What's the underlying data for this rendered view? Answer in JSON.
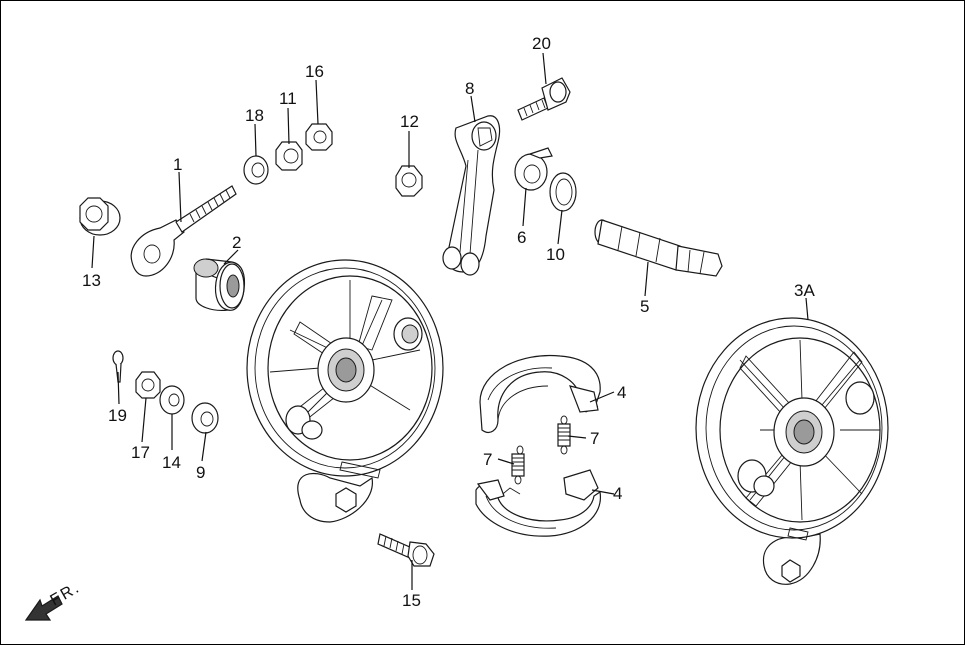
{
  "diagram": {
    "callouts": [
      {
        "id": "c1",
        "text": "1"
      },
      {
        "id": "c2",
        "text": "2"
      },
      {
        "id": "c3a",
        "text": "3A"
      },
      {
        "id": "c4a",
        "text": "4"
      },
      {
        "id": "c4b",
        "text": "4"
      },
      {
        "id": "c5",
        "text": "5"
      },
      {
        "id": "c6",
        "text": "6"
      },
      {
        "id": "c7a",
        "text": "7"
      },
      {
        "id": "c7b",
        "text": "7"
      },
      {
        "id": "c8",
        "text": "8"
      },
      {
        "id": "c9",
        "text": "9"
      },
      {
        "id": "c10",
        "text": "10"
      },
      {
        "id": "c11",
        "text": "11"
      },
      {
        "id": "c12",
        "text": "12"
      },
      {
        "id": "c13",
        "text": "13"
      },
      {
        "id": "c14",
        "text": "14"
      },
      {
        "id": "c15",
        "text": "15"
      },
      {
        "id": "c16",
        "text": "16"
      },
      {
        "id": "c17",
        "text": "17"
      },
      {
        "id": "c18",
        "text": "18"
      },
      {
        "id": "c19",
        "text": "19"
      },
      {
        "id": "c20",
        "text": "20"
      }
    ],
    "direction_label": "FR."
  }
}
